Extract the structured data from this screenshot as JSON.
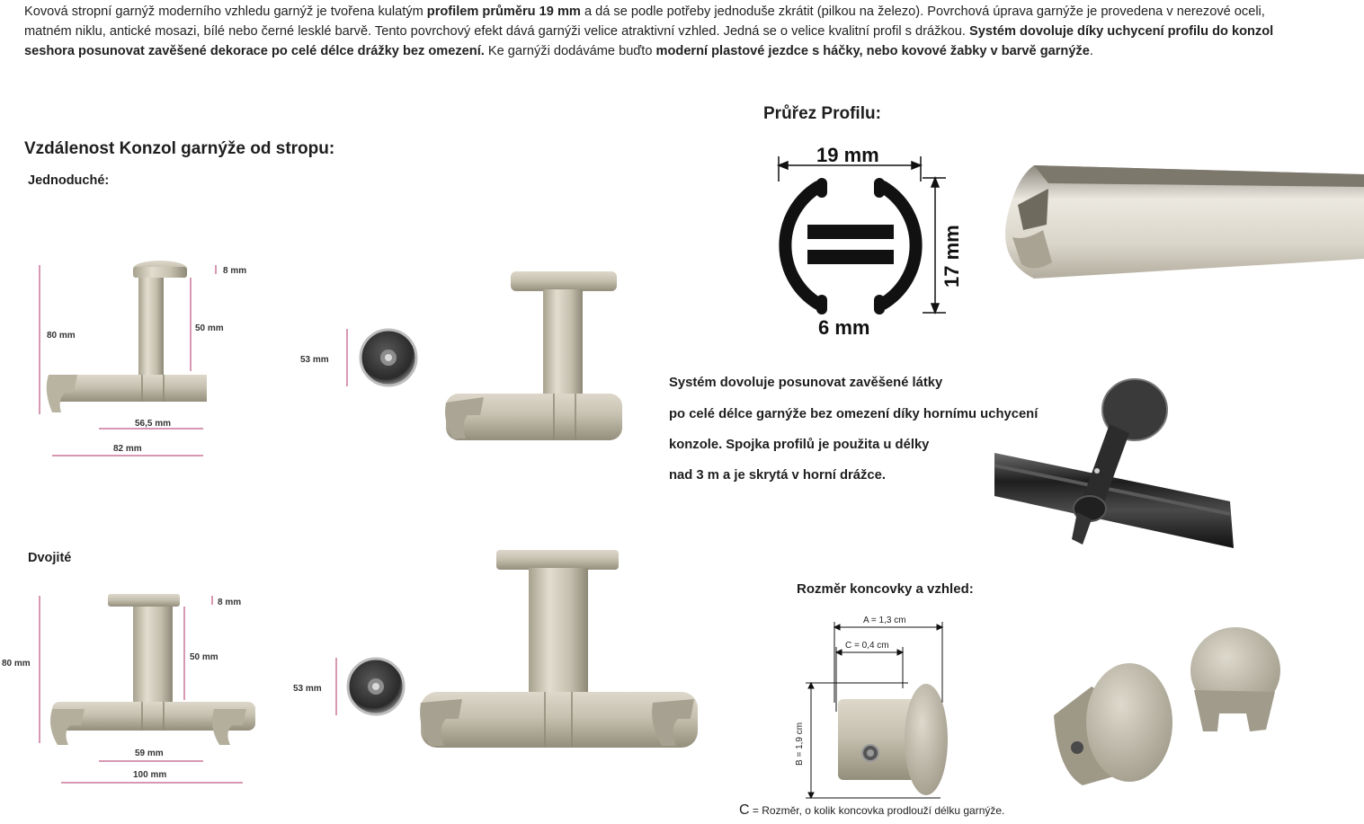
{
  "intro": {
    "p1": "Kovová stropní garnýž moderního vzhledu garnýž je tvořena kulatým ",
    "b1": "profilem průměru 19 mm",
    "p2": " a dá se podle potřeby jednoduše zkrátit (pilkou na železo). Povrchová úprava garnýže je provedena v nerezové oceli, matném niklu, antické mosazi, bílé nebo černé lesklé barvě. Tento povrchový efekt dává garnýži velice atraktivní vzhled. Jedná se o velice kvalitní profil s drážkou. ",
    "b2": "Systém dovoluje díky uchycení profilu do konzol seshora posunovat zavěšené dekorace po celé délce drážky bez omezení.",
    "p3": " Ke garnýži dodáváme buďto ",
    "b3": "moderní plastové jezdce s háčky, nebo kovové žabky v barvě garnýže",
    "p4": "."
  },
  "section_distance": {
    "title": "Vzdálenost Konzol garnýže od stropu:",
    "single_label": "Jednoduché:",
    "double_label": "Dvojité"
  },
  "single": {
    "total": "80 mm",
    "plate": "8 mm",
    "stem": "50 mm",
    "inner": "56,5 mm",
    "width": "82 mm",
    "disc": "53 mm"
  },
  "double": {
    "total": "80 mm",
    "plate": "8 mm",
    "stem": "50 mm",
    "inner": "59 mm",
    "width": "100 mm",
    "disc": "53 mm"
  },
  "profile": {
    "title": "Průřez Profilu:",
    "width": "19 mm",
    "height": "17 mm",
    "slot": "6 mm"
  },
  "system": {
    "line1": "Systém dovoluje posunovat zavěšené látky",
    "line2": "po celé délce garnýže bez omezení díky hornímu uchycení",
    "line3": "konzole. Spojka profilů je použita u délky",
    "line4": " nad 3 m a je skrytá v horní drážce."
  },
  "endcap": {
    "title": "Rozměr koncovky a vzhled:",
    "a": "A = 1,3 cm",
    "c": "C = 0,4 cm",
    "b": "B = 1,9 cm",
    "note_letter": "C",
    "note_text": " = Rozměr, o kolik koncovka prodlouží délku garnýže."
  },
  "colors": {
    "nickel": "#c9c4b3",
    "nickel_dark": "#9c9684",
    "dim_line": "#b0306a",
    "profile_black": "#111111",
    "text": "#1e1e1e"
  }
}
